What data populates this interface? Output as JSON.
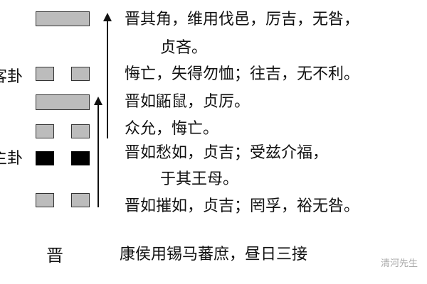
{
  "hexagram_name": "晋",
  "labels": {
    "upper": "客卦",
    "lower": "主卦"
  },
  "lines": [
    {
      "position": 6,
      "type": "yang",
      "text": [
        "晋其角，维用伐邑，厉吉，无咎，",
        "贞吝。"
      ]
    },
    {
      "position": 5,
      "type": "yin",
      "text": [
        "悔亡，失得勿恤；往吉，无不利。"
      ]
    },
    {
      "position": 4,
      "type": "yang",
      "text": [
        "晋如鼫鼠，贞厉。"
      ]
    },
    {
      "position": 3,
      "type": "yin",
      "text": [
        "众允，悔亡。"
      ]
    },
    {
      "position": 2,
      "type": "yin",
      "highlighted": true,
      "text": [
        "晋如愁如，贞吉；受兹介福，",
        "于其王母。"
      ]
    },
    {
      "position": 1,
      "type": "yin",
      "text": [
        "晋如摧如，贞吉；罔孚，裕无咎。"
      ]
    }
  ],
  "judgment": "康侯用锡马蕃庶，昼日三接",
  "watermark": "清河先生"
}
